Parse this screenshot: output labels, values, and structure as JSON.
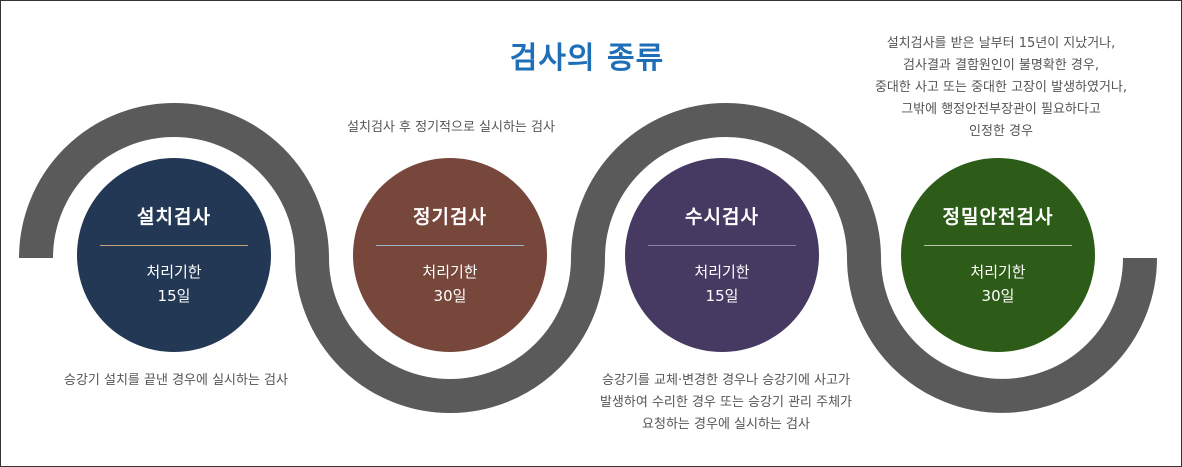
{
  "title": "검사의 종류",
  "colors": {
    "title": "#1f6fb8",
    "wave": "#5a5a5a",
    "install": "#233855",
    "regular": "#77473b",
    "occasional": "#463a63",
    "precision": "#2d5c18"
  },
  "inspections": [
    {
      "name": "설치검사",
      "period_label": "처리기한",
      "period_value": "15일",
      "description": [
        "승강기 설치를 끝낸 경우에 실시하는 검사"
      ]
    },
    {
      "name": "정기검사",
      "period_label": "처리기한",
      "period_value": "30일",
      "description": [
        "설치검사 후 정기적으로 실시하는 검사"
      ]
    },
    {
      "name": "수시검사",
      "period_label": "처리기한",
      "period_value": "15일",
      "description": [
        "승강기를 교체·변경한 경우나 승강기에 사고가",
        "발생하여 수리한 경우 또는 승강기 관리 주체가",
        "요청하는 경우에 실시하는 검사"
      ]
    },
    {
      "name": "정밀안전검사",
      "period_label": "처리기한",
      "period_value": "30일",
      "description": [
        "설치검사를 받은 날부터 15년이 지났거나,",
        "검사결과 결함원인이 불명확한 경우,",
        "중대한 사고 또는 중대한 고장이 발생하였거나,",
        "그밖에 행정안전부장관이 필요하다고",
        "인정한 경우"
      ]
    }
  ]
}
